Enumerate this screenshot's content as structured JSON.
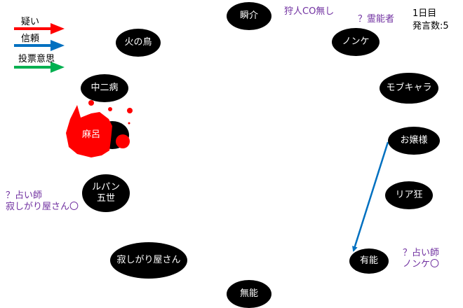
{
  "legend": [
    {
      "label": "疑い",
      "color": "#ff0000"
    },
    {
      "label": "信頼",
      "color": "#0070c0"
    },
    {
      "label": "投票意思",
      "color": "#00b050"
    }
  ],
  "info": {
    "day": "1日目",
    "speech_count": "発言数:5"
  },
  "nodes": {
    "shunsuke": "瞬介",
    "hinotori": "火の鳥",
    "nonke": "ノンケ",
    "chuunibyou": "中二病",
    "mobuchara": "モブキャラ",
    "maro": "麻呂",
    "ojousama": "お嬢様",
    "riakyou": "リア狂",
    "lupin": "ルパン\n五世",
    "sabishigariya": "寂しがり屋さん",
    "yuunou": "有能",
    "munou": "無能"
  },
  "notes": {
    "shunsuke": "狩人CO無し",
    "nonke": "？霊能者",
    "lupin": "？占い師\n寂しがり屋さん〇",
    "yuunou": "？占い師\nノンケ〇"
  },
  "colors": {
    "note": "#7030a0",
    "blood": "#ff0000",
    "trust": "#0070c0"
  },
  "edges": [
    {
      "from": "ojousama",
      "to": "yuunou",
      "type": "信頼"
    }
  ]
}
